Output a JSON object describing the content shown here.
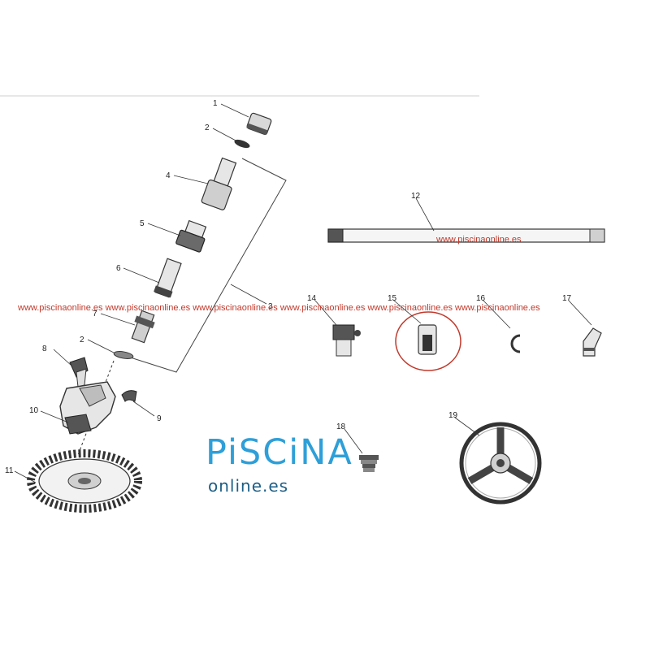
{
  "watermark": {
    "row": "www.piscinaonline.es www.piscinaonline.es www.piscinaonline.es www.piscinaonline.es www.piscinaonline.es www.piscinaonline.es",
    "single": "www.piscinaonline.es"
  },
  "logo": {
    "main": "PiSCiNA",
    "sub": "online.es"
  },
  "parts": [
    {
      "label": "1"
    },
    {
      "label": "2"
    },
    {
      "label": "4"
    },
    {
      "label": "5"
    },
    {
      "label": "6"
    },
    {
      "label": "7"
    },
    {
      "label": "2"
    },
    {
      "label": "3"
    },
    {
      "label": "8"
    },
    {
      "label": "9"
    },
    {
      "label": "10"
    },
    {
      "label": "11"
    },
    {
      "label": "12"
    },
    {
      "label": "14"
    },
    {
      "label": "15"
    },
    {
      "label": "16"
    },
    {
      "label": "17"
    },
    {
      "label": "18"
    },
    {
      "label": "19"
    }
  ],
  "colors": {
    "line": "#333333",
    "part_fill": "#d9d9d9",
    "part_dark": "#444444",
    "highlight": "#c0392b",
    "watermark": "#c0392b",
    "logo_blue": "#2e9fd8",
    "logo_dark": "#1c5e86"
  }
}
